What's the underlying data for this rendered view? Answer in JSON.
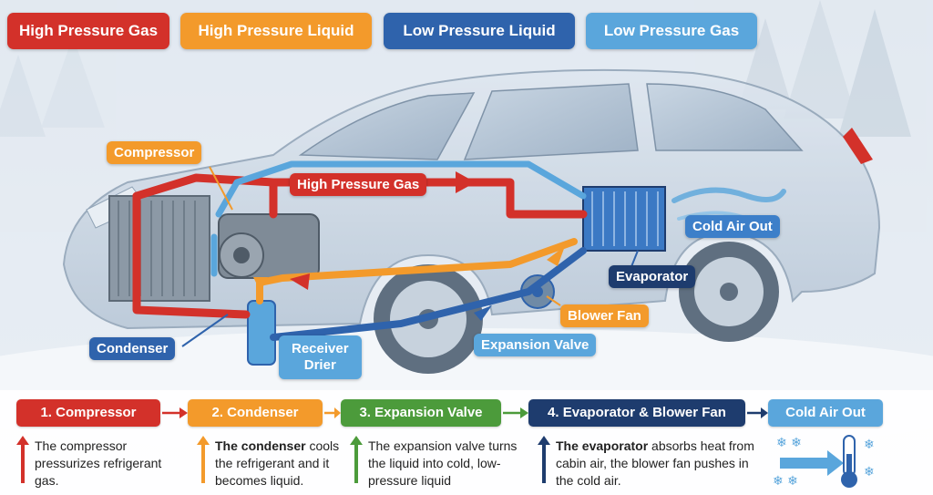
{
  "legend": [
    {
      "label": "High Pressure Gas",
      "color": "#d3312a"
    },
    {
      "label": "High Pressure Liquid",
      "color": "#f39a2b"
    },
    {
      "label": "Low Pressure Liquid",
      "color": "#2f63ac"
    },
    {
      "label": "Low Pressure Gas",
      "color": "#5aa6dc"
    }
  ],
  "labels": {
    "compressor": "Compressor",
    "high_pressure_gas": "High Pressure Gas",
    "cold_air_out": "Cold Air Out",
    "evaporator": "Evaporator",
    "blower_fan": "Blower Fan",
    "expansion_valve": "Expansion Valve",
    "condenser": "Condenser",
    "receiver_drier": "Receiver\nDrier"
  },
  "steps": [
    {
      "label": "1. Compressor",
      "color": "#d3312a"
    },
    {
      "label": "2. Condenser",
      "color": "#f39a2b"
    },
    {
      "label": "3. Expansion Valve",
      "color": "#4c9b3b"
    },
    {
      "label": "4. Evaporator & Blower Fan",
      "color": "#1e3c6e"
    },
    {
      "label": "Cold Air Out",
      "color": "#5aa6dc"
    }
  ],
  "descriptions": [
    {
      "bold": "",
      "text": "The compressor pressurizes refrigerant gas."
    },
    {
      "bold": "The condenser",
      "text": " cools the refrigerant and it becomes liquid."
    },
    {
      "bold": "",
      "text": "The expansion valve turns the liquid into cold, low-pressure liquid"
    },
    {
      "bold": "The evaporator",
      "text": " absorbs heat from cabin air, the blower fan pushes in the cold air."
    }
  ]
}
